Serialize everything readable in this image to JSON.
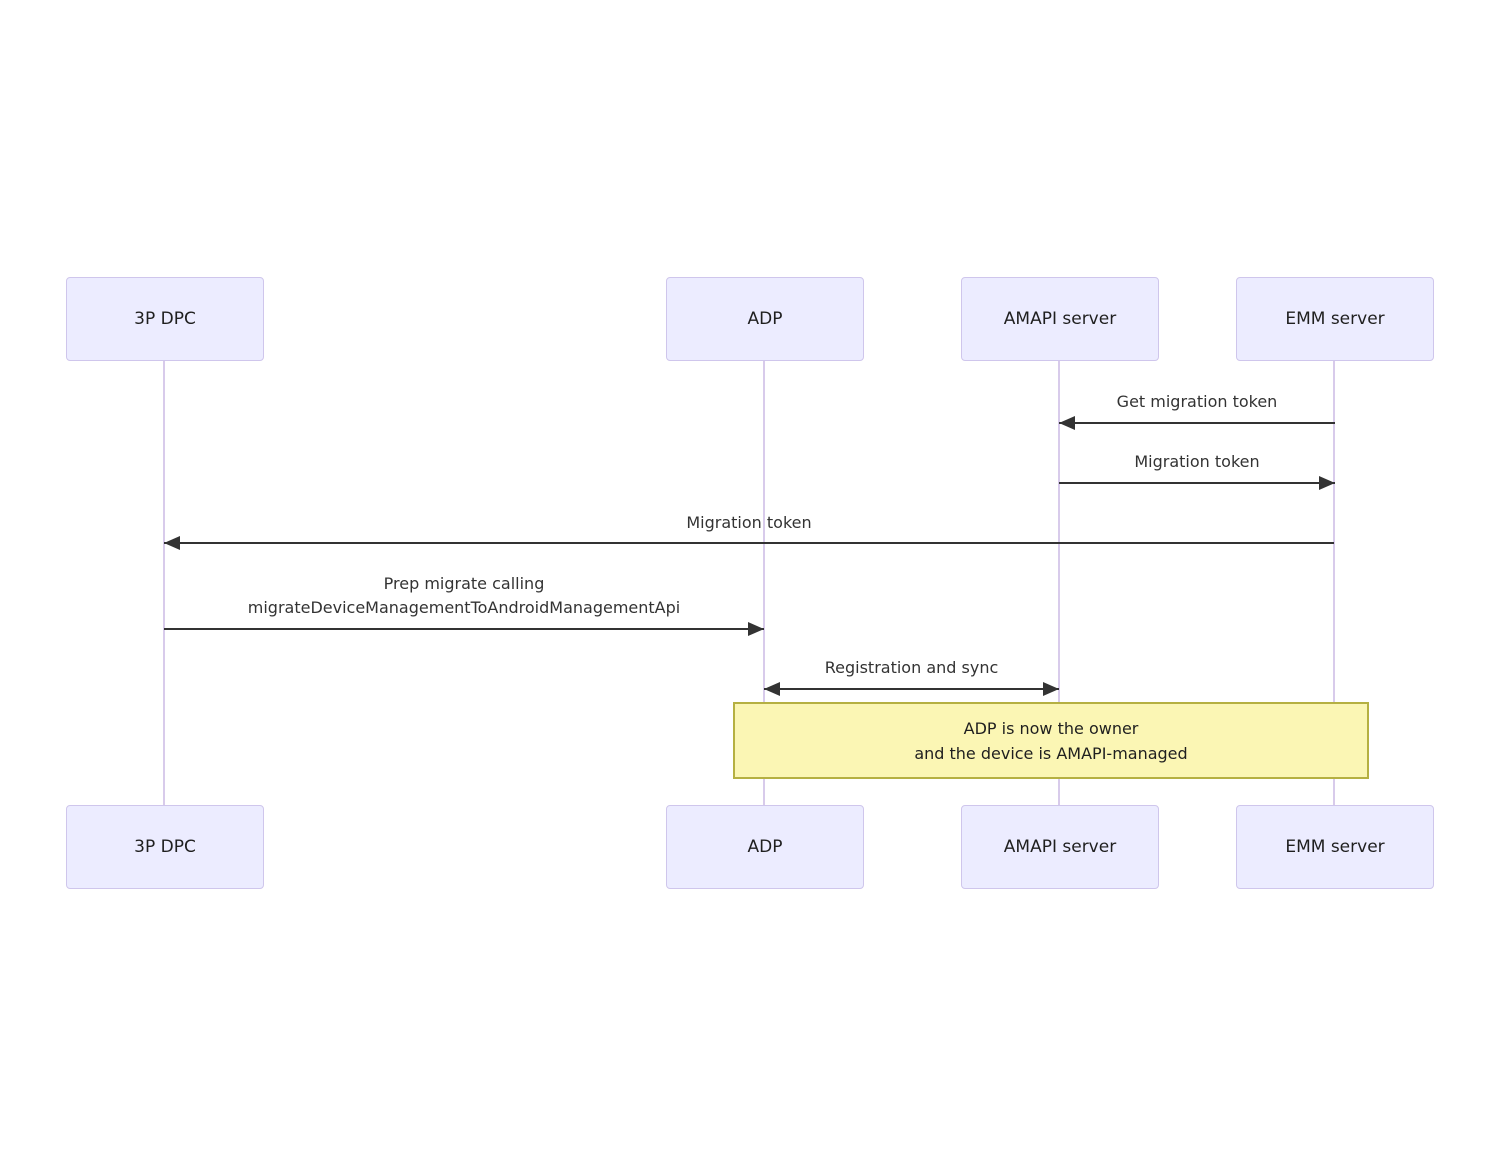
{
  "diagram": {
    "kind": "sequence-diagram",
    "actors": [
      {
        "id": "3p-dpc",
        "label": "3P DPC"
      },
      {
        "id": "adp",
        "label": "ADP"
      },
      {
        "id": "amapi-server",
        "label": "AMAPI server"
      },
      {
        "id": "emm-server",
        "label": "EMM server"
      }
    ],
    "messages": [
      {
        "from": "EMM server",
        "to": "AMAPI server",
        "label": "Get migration token",
        "arrow": "left"
      },
      {
        "from": "AMAPI server",
        "to": "EMM server",
        "label": "Migration token",
        "arrow": "right"
      },
      {
        "from": "EMM server",
        "to": "3P DPC",
        "label": "Migration token",
        "arrow": "left"
      },
      {
        "from": "3P DPC",
        "to": "ADP",
        "label": "Prep migrate calling\nmigrateDeviceManagementToAndroidManagementApi",
        "arrow": "right"
      },
      {
        "from": "ADP",
        "to": "AMAPI server",
        "label": "Registration and sync",
        "arrow": "both"
      }
    ],
    "note": {
      "label": "ADP is now the owner\nand the device is AMAPI-managed"
    },
    "colors": {
      "actor_fill": "#ECECFF",
      "actor_border": "#CFC6EC",
      "lifeline": "#D8CBEB",
      "arrow": "#333333",
      "message_text": "#333333",
      "note_fill": "#FBF6B4",
      "note_border": "#B5B042",
      "background": "#FFFFFF"
    }
  }
}
